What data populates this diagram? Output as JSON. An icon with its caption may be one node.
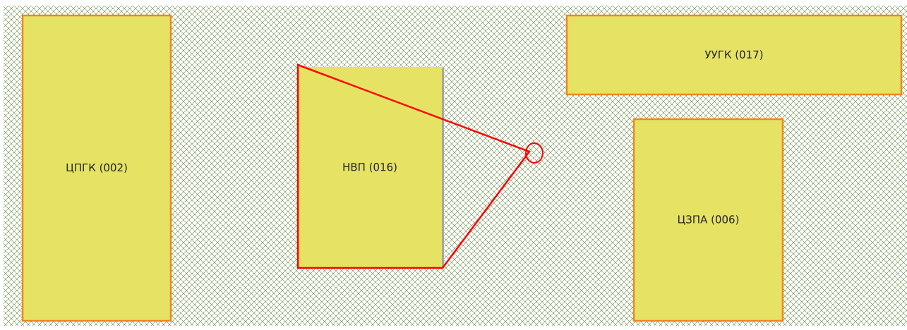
{
  "diagram": {
    "nodes": [
      {
        "text": [
          "ЦПГК (002)"
        ]
      },
      {
        "text": [
          "НВП (016)"
        ]
      },
      {
        "text": [
          "УУГК (017)"
        ]
      },
      {
        "text": [
          "ЦЗПА (006)"
        ]
      }
    ]
  }
}
